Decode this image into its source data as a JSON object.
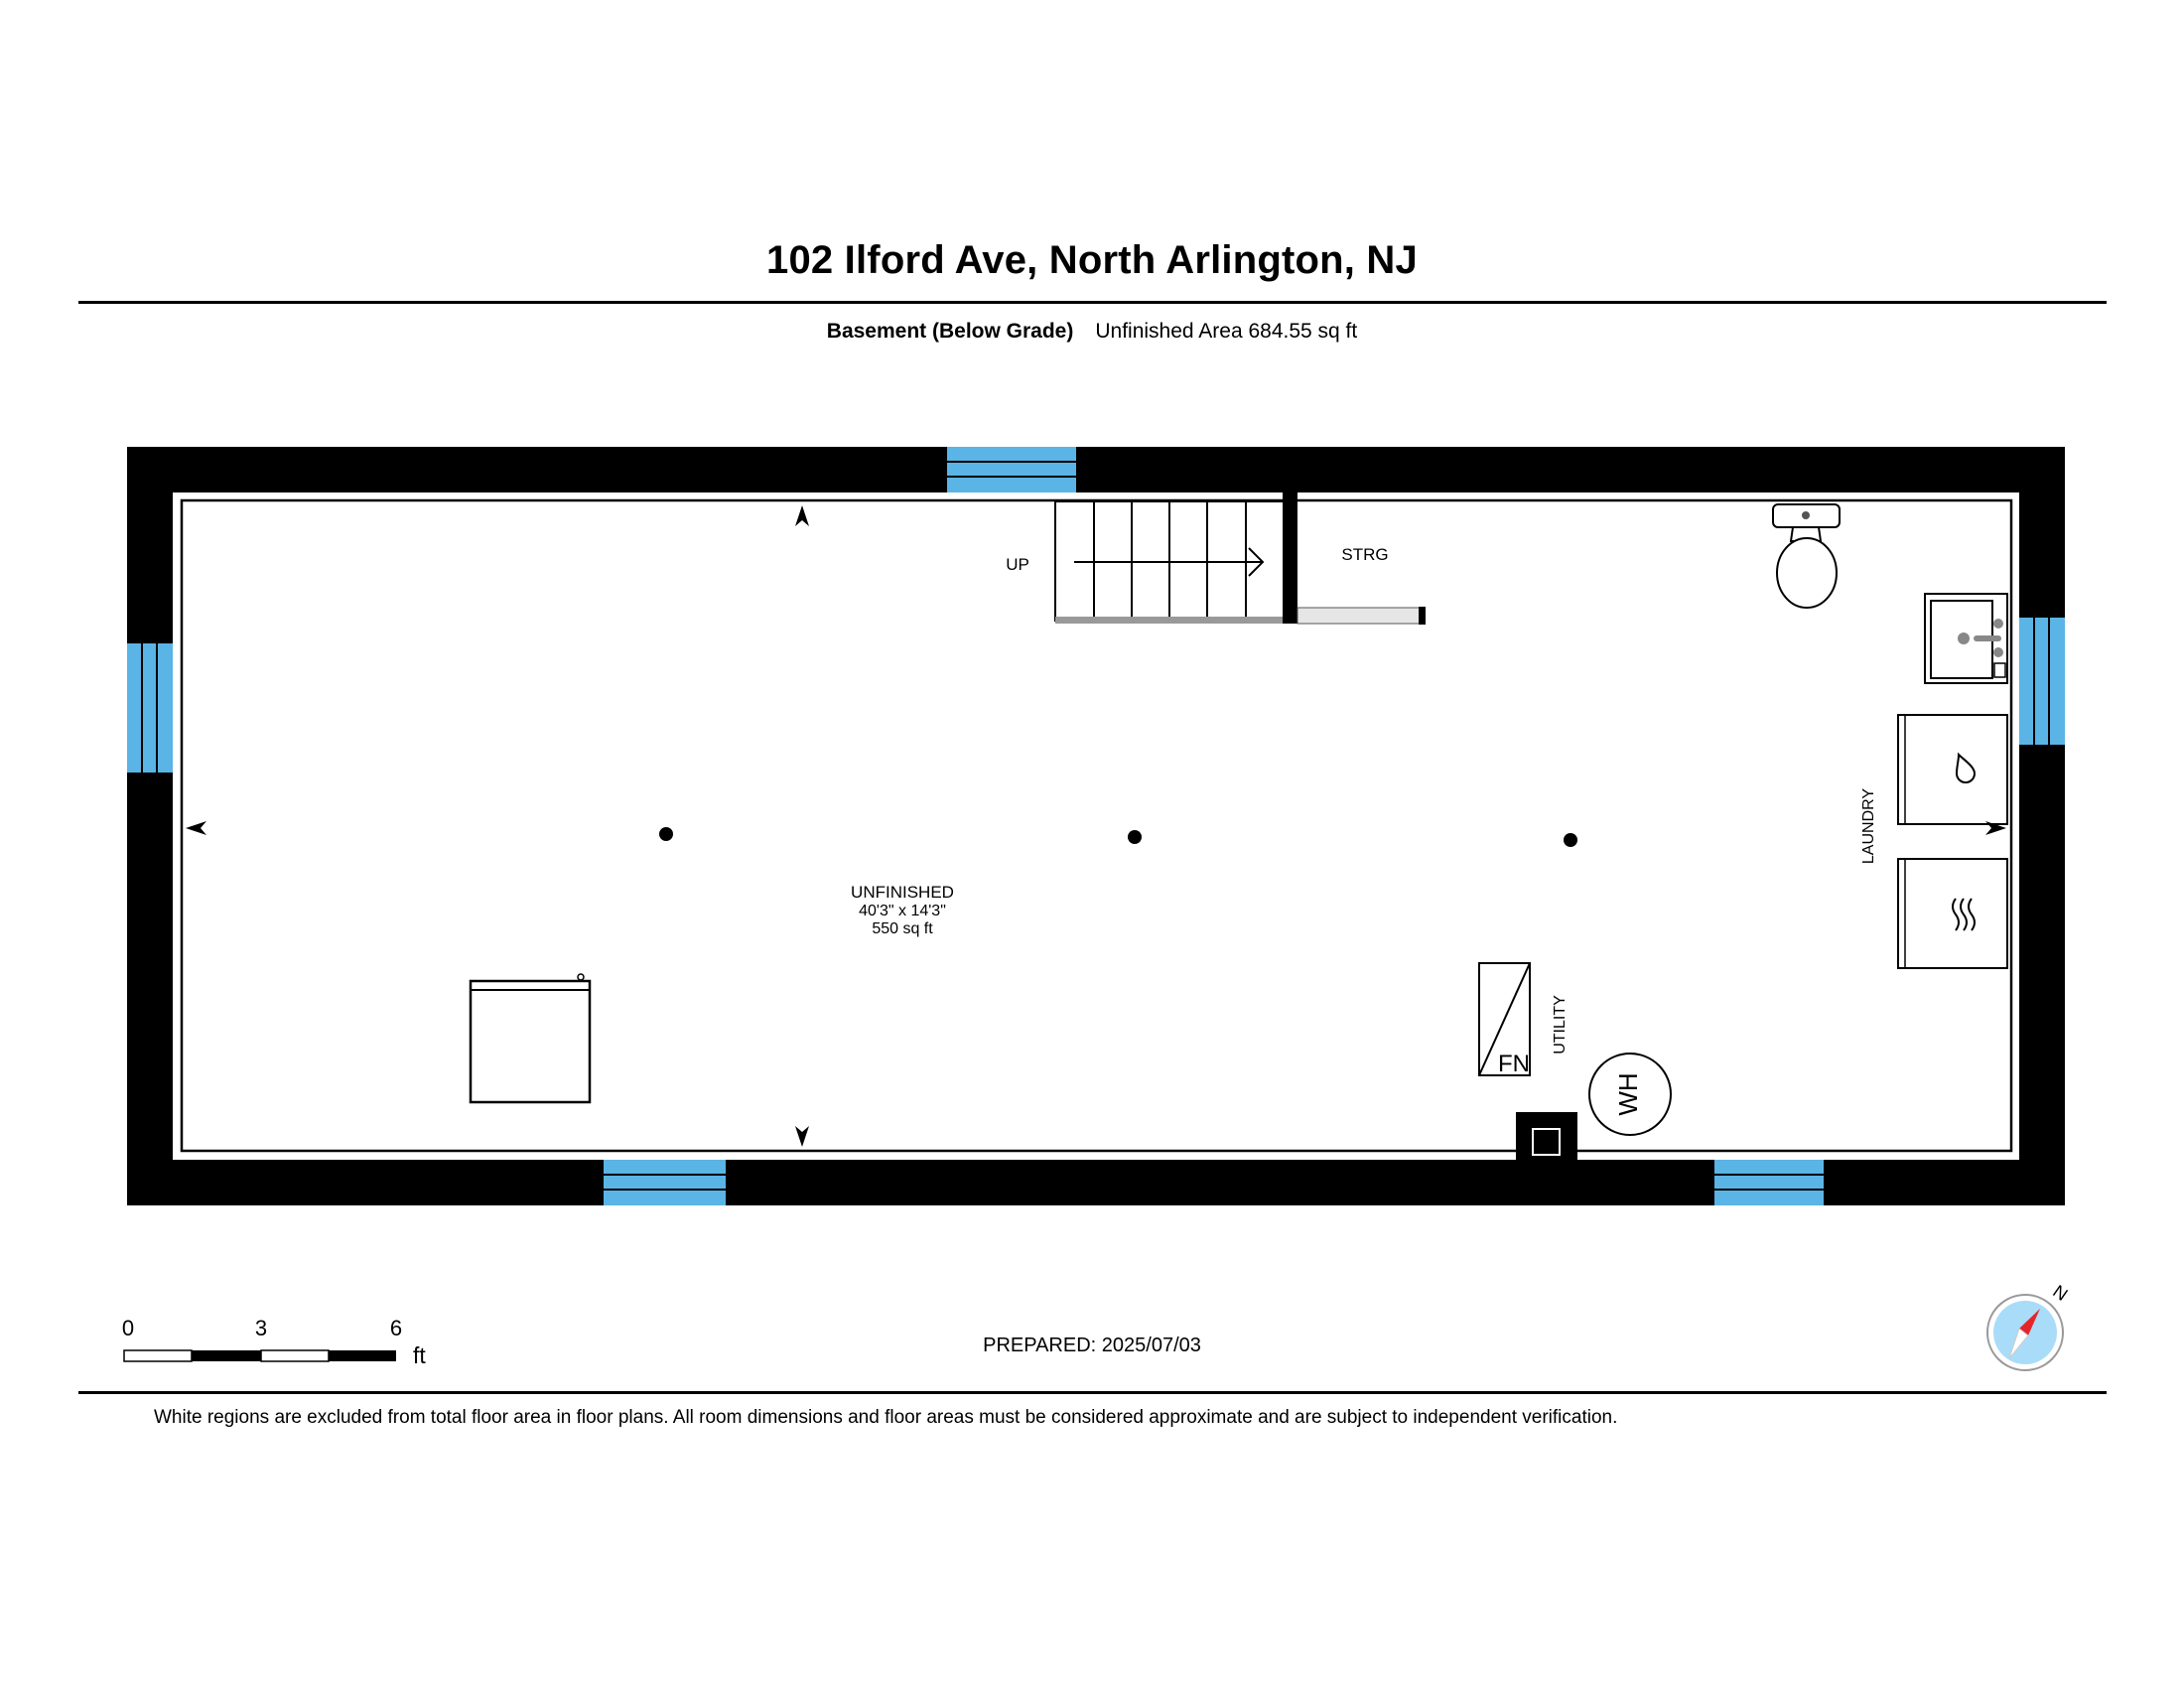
{
  "header": {
    "title": "102 Ilford Ave, North Arlington, NJ",
    "level_name": "Basement (Below Grade)",
    "area_summary": "Unfinished Area 684.55 sq ft"
  },
  "plan": {
    "room": {
      "name": "UNFINISHED",
      "dimensions": "40'3\" x 14'3\"",
      "area": "550 sq ft"
    },
    "labels": {
      "stairs": "UP",
      "storage": "STRG",
      "laundry": "LAUNDRY",
      "utility": "UTILITY",
      "furnace": "FN",
      "water_heater": "WH"
    },
    "colors": {
      "wall": "#000000",
      "window": "#5ab4e5"
    }
  },
  "scale": {
    "ticks": [
      "0",
      "3",
      "6"
    ],
    "unit": "ft"
  },
  "compass": {
    "label": "N"
  },
  "footer": {
    "prepared": "PREPARED: 2025/07/03",
    "disclaimer": "White regions are excluded from total floor area in  floor plans. All room dimensions and floor areas must be considered approximate and are subject to independent verification."
  }
}
